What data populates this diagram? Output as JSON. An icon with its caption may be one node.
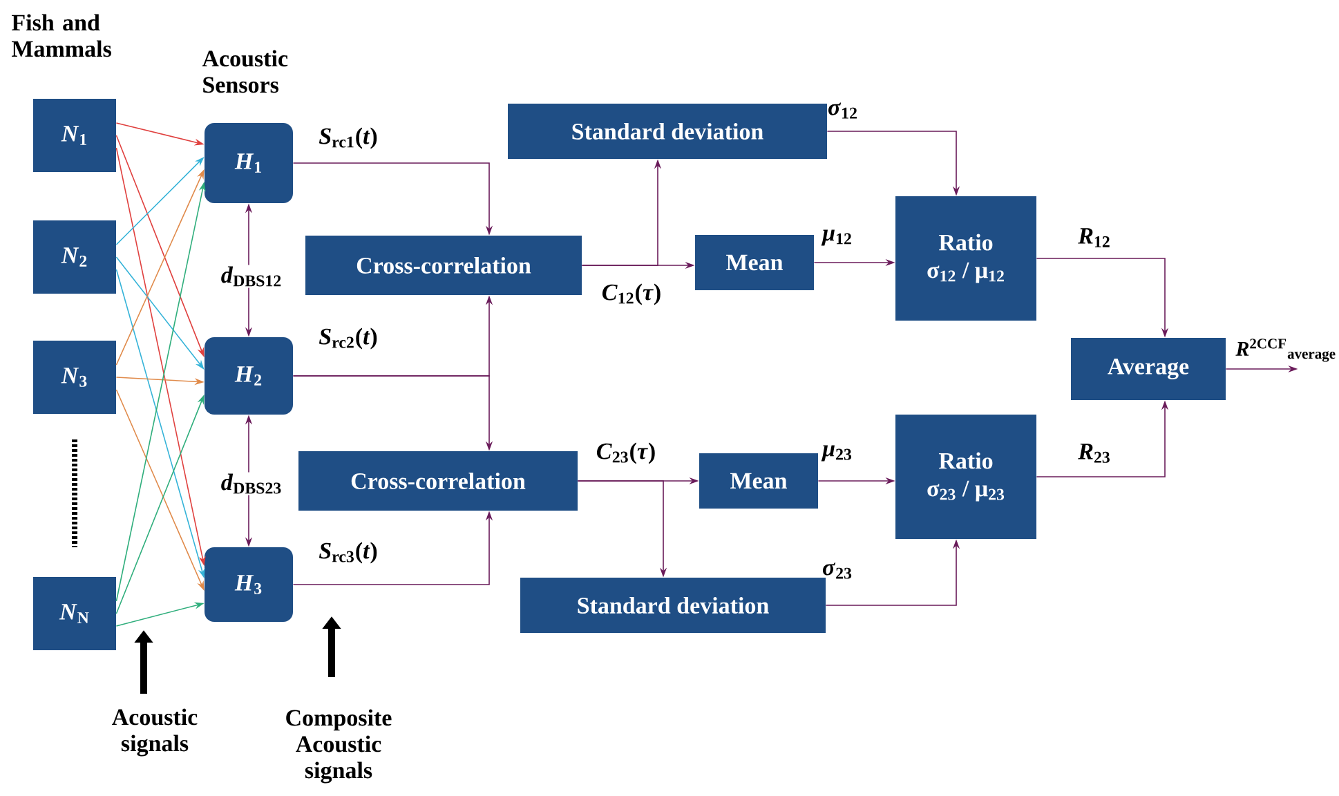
{
  "diagram": {
    "nodes": [
      {
        "text": [
          "*N*$_{1}$"
        ]
      },
      {
        "text": [
          "*N*$_{2}$"
        ]
      },
      {
        "text": [
          "*N*$_{3}$"
        ]
      },
      {
        "text": [
          "*N*$_{N}$"
        ]
      },
      {
        "text": [
          "*H*$_{1}$"
        ]
      },
      {
        "text": [
          "*H*$_{2}$"
        ]
      },
      {
        "text": [
          "*H*$_{3}$"
        ]
      },
      {
        "text": [
          "Cross-correlation"
        ]
      },
      {
        "text": [
          "Cross-correlation"
        ]
      },
      {
        "text": [
          "Standard deviation"
        ]
      },
      {
        "text": [
          "Mean"
        ]
      },
      {
        "text": [
          "Ratio",
          "σ$_{12}$ / μ$_{12}$"
        ]
      },
      {
        "text": [
          "Average"
        ]
      },
      {
        "text": [
          "Mean"
        ]
      },
      {
        "text": [
          "Ratio",
          "σ$_{23}$ / μ$_{23}$"
        ]
      },
      {
        "text": [
          "Standard deviation"
        ]
      }
    ],
    "edges": [
      {
        "from": 0,
        "to": 4,
        "arrow": "to",
        "color": "#e0413f"
      },
      {
        "from": 0,
        "to": 5,
        "arrow": "to",
        "color": "#e0413f"
      },
      {
        "from": 0,
        "to": 6,
        "arrow": "to",
        "color": "#e0413f"
      },
      {
        "from": 1,
        "to": 4,
        "arrow": "to",
        "color": "#35b3d8"
      },
      {
        "from": 1,
        "to": 5,
        "arrow": "to",
        "color": "#35b3d8"
      },
      {
        "from": 1,
        "to": 6,
        "arrow": "to",
        "color": "#35b3d8"
      },
      {
        "from": 2,
        "to": 4,
        "arrow": "to",
        "color": "#e08a4a"
      },
      {
        "from": 2,
        "to": 5,
        "arrow": "to",
        "color": "#e08a4a"
      },
      {
        "from": 2,
        "to": 6,
        "arrow": "to",
        "color": "#e08a4a"
      },
      {
        "from": 3,
        "to": 4,
        "arrow": "to",
        "color": "#2fae7c"
      },
      {
        "from": 3,
        "to": 5,
        "arrow": "to",
        "color": "#2fae7c"
      },
      {
        "from": 3,
        "to": 6,
        "arrow": "to",
        "color": "#2fae7c"
      },
      {
        "from": 4,
        "to": 5,
        "arrow": "both",
        "label": "*d*$_{DBS12}$"
      },
      {
        "from": 5,
        "to": 6,
        "arrow": "both",
        "label": "*d*$_{DBS23}$"
      },
      {
        "from": 4,
        "to": 7,
        "arrow": "to",
        "label": "*S*$_{rc1}$(*t*)"
      },
      {
        "from": 5,
        "to": 7,
        "arrow": "to",
        "label": "*S*$_{rc2}$(*t*)"
      },
      {
        "from": 5,
        "to": 8,
        "arrow": "to"
      },
      {
        "from": 6,
        "to": 8,
        "arrow": "to",
        "label": "*S*$_{rc3}$(*t*)"
      },
      {
        "from": 7,
        "to": 10,
        "arrow": "to",
        "label": "*C*$_{12}$(*τ*)"
      },
      {
        "from": 7,
        "to": 9,
        "arrow": "to"
      },
      {
        "from": 9,
        "to": 11,
        "arrow": "to",
        "label": "*σ*$_{12}$"
      },
      {
        "from": 10,
        "to": 11,
        "arrow": "to",
        "label": "*μ*$_{12}$"
      },
      {
        "from": 11,
        "to": 12,
        "arrow": "to",
        "label": "*R*$_{12}$"
      },
      {
        "from": 8,
        "to": 13,
        "arrow": "to",
        "label": "*C*$_{23}$(*τ*)"
      },
      {
        "from": 8,
        "to": 15,
        "arrow": "to"
      },
      {
        "from": 13,
        "to": 14,
        "arrow": "to",
        "label": "*μ*$_{23}$"
      },
      {
        "from": 15,
        "to": 14,
        "arrow": "to",
        "label": "*σ*$_{23}$"
      },
      {
        "from": 14,
        "to": 12,
        "arrow": "to",
        "label": "*R*$_{23}$"
      },
      {
        "from": 12,
        "to": null,
        "arrow": "to",
        "label": "*R*$^{2CCF}$$_{average}$"
      }
    ],
    "labels": [
      "Fish and Mammals",
      "Acoustic Sensors",
      "Acoustic signals",
      "Composite Acoustic signals"
    ]
  }
}
